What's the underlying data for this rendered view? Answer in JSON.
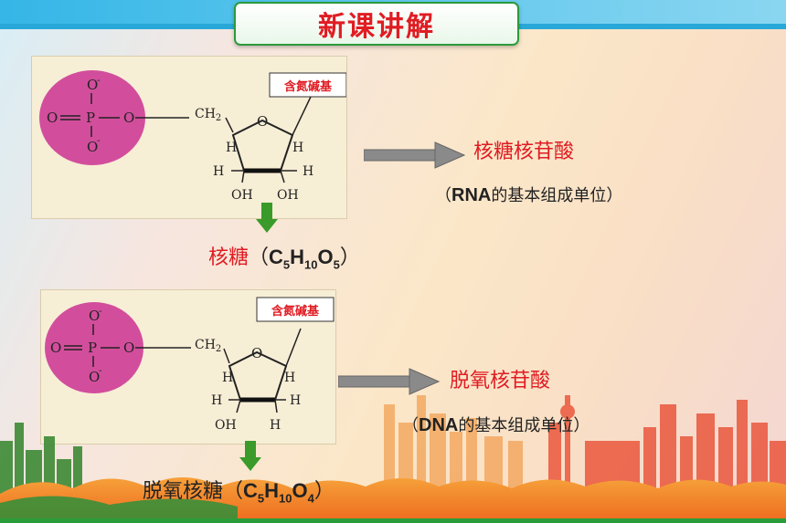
{
  "title": "新课讲解",
  "structure_labels": {
    "phosphate_o_top": "O",
    "phosphate_o_left": "O",
    "phosphate_p": "P",
    "phosphate_o_right": "O",
    "phosphate_o_bottom": "O",
    "ch2": "CH",
    "ch2_sub": "2",
    "ring_o": "O",
    "h": "H",
    "oh": "OH"
  },
  "section_ribose": {
    "base_label": "含氮碱基",
    "nucleotide_name": "核糖核苷酸",
    "unit_desc_open": "（",
    "unit_desc_bold": "RNA",
    "unit_desc_rest": "的基本组成单位）",
    "sugar_name": "核糖",
    "formula_open": "（",
    "formula_c": "C",
    "formula_c_sub": "5",
    "formula_h": "H",
    "formula_h_sub": "10",
    "formula_o": "O",
    "formula_o_sub": "5",
    "formula_close": "）"
  },
  "section_deoxyribose": {
    "base_label": "含氮碱基",
    "nucleotide_name": "脱氧核苷酸",
    "unit_desc_open": "（",
    "unit_desc_bold": "DNA",
    "unit_desc_rest": "的基本组成单位）",
    "sugar_name": "脱氧核糖",
    "formula_open": "（",
    "formula_c": "C",
    "formula_c_sub": "5",
    "formula_h": "H",
    "formula_h_sub": "10",
    "formula_o": "O",
    "formula_o_sub": "4",
    "formula_close": "）"
  },
  "colors": {
    "title_red": "#e01c23",
    "phosphate_fill": "#d24e9c",
    "arrow_gray": "#8a8a8a",
    "arrow_green": "#3a9a2a",
    "sky_blue": "#35b6e6"
  }
}
